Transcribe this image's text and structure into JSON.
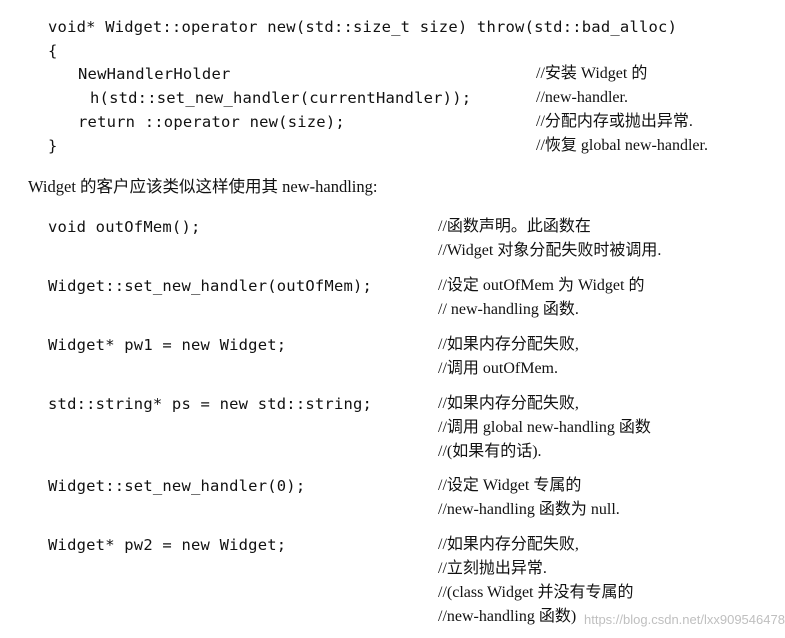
{
  "block1": {
    "lines": [
      {
        "code": "void* Widget::operator new(std::size_t size) throw(std::bad_alloc)",
        "comment": ""
      },
      {
        "code": "{",
        "comment": ""
      },
      {
        "code": "NewHandlerHolder",
        "comment": "//安装 Widget 的"
      },
      {
        "code": "h(std::set_new_handler(currentHandler));",
        "comment": "//new-handler."
      },
      {
        "code": "return ::operator new(size);",
        "comment": "//分配内存或抛出异常."
      },
      {
        "code": "}",
        "comment": "//恢复 global new-handler."
      }
    ]
  },
  "intro": "Widget 的客户应该类似这样使用其 new-handling:",
  "block2": {
    "stmts": [
      {
        "code": "void outOfMem();",
        "comments": [
          "//函数声明。此函数在",
          "//Widget 对象分配失败时被调用."
        ]
      },
      {
        "code": "Widget::set_new_handler(outOfMem);",
        "comments": [
          "//设定 outOfMem 为 Widget 的",
          "// new-handling 函数."
        ]
      },
      {
        "code": "Widget* pw1 = new Widget;",
        "comments": [
          "//如果内存分配失败,",
          "//调用 outOfMem."
        ]
      },
      {
        "code": "std::string* ps = new std::string;",
        "comments": [
          "//如果内存分配失败,",
          "//调用 global new-handling 函数",
          "//(如果有的话)."
        ]
      },
      {
        "code": "Widget::set_new_handler(0);",
        "comments": [
          "//设定 Widget 专属的",
          "//new-handling 函数为 null."
        ]
      },
      {
        "code": "Widget* pw2 = new Widget;",
        "comments": [
          "//如果内存分配失败,",
          "//立刻抛出异常.",
          "//(class Widget 并没有专属的",
          "//new-handling 函数)"
        ]
      }
    ]
  },
  "watermark": "https://blog.csdn.net/lxx909546478"
}
